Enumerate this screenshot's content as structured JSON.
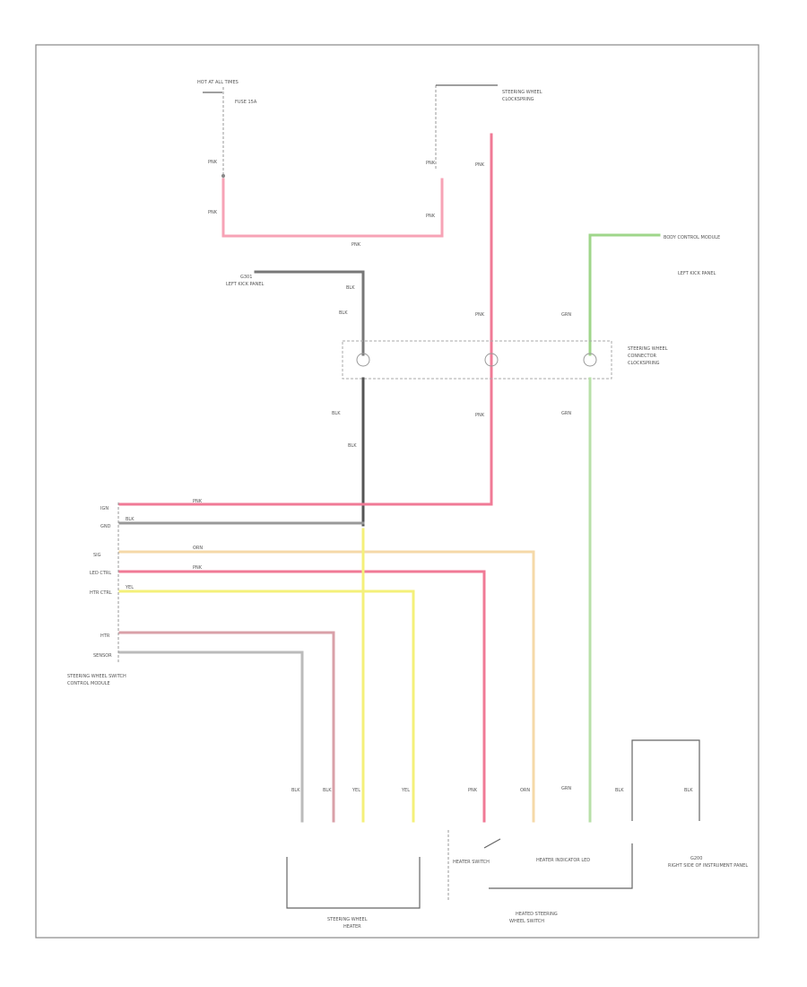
{
  "diagram": {
    "code": "",
    "labels": {
      "hot_block": "HOT AT ALL TIMES",
      "fuse_label": "FUSE 15A",
      "clockspring_top": "STEERING WHEEL",
      "clockspring_top2": "CLOCKSPRING",
      "ground_left": "G301",
      "ground_left2": "LEFT KICK PANEL",
      "connector_mid": "STEERING WHEEL",
      "connector_mid2": "CONNECTOR",
      "connector_mid3": "CLOCKSPRING",
      "body_ctrl": "BODY CONTROL MODULE",
      "body_ctrl2": "LEFT KICK PANEL",
      "module_title": "STEERING WHEEL SWITCH",
      "module_title2": "CONTROL MODULE",
      "pin_1": "IGN",
      "pin_2": "GND",
      "pin_3": "SIG",
      "pin_4": "LED CTRL",
      "pin_5": "HTR CTRL",
      "pin_6": "HTR",
      "pin_7": "SENSOR",
      "heater_label": "STEERING WHEEL",
      "heater_label2": "HEATER",
      "switch_label": "HEATED STEERING",
      "switch_label2": "WHEEL SWITCH",
      "switch_sub": "HEATER SWITCH",
      "led_sub": "HEATER INDICATOR LED",
      "ground_right": "G200",
      "ground_right2": "RIGHT SIDE OF INSTRUMENT PANEL",
      "wire_pnk": "PNK",
      "wire_blk": "BLK",
      "wire_yel": "YEL",
      "wire_grn": "GRN",
      "wire_org": "ORN"
    }
  }
}
